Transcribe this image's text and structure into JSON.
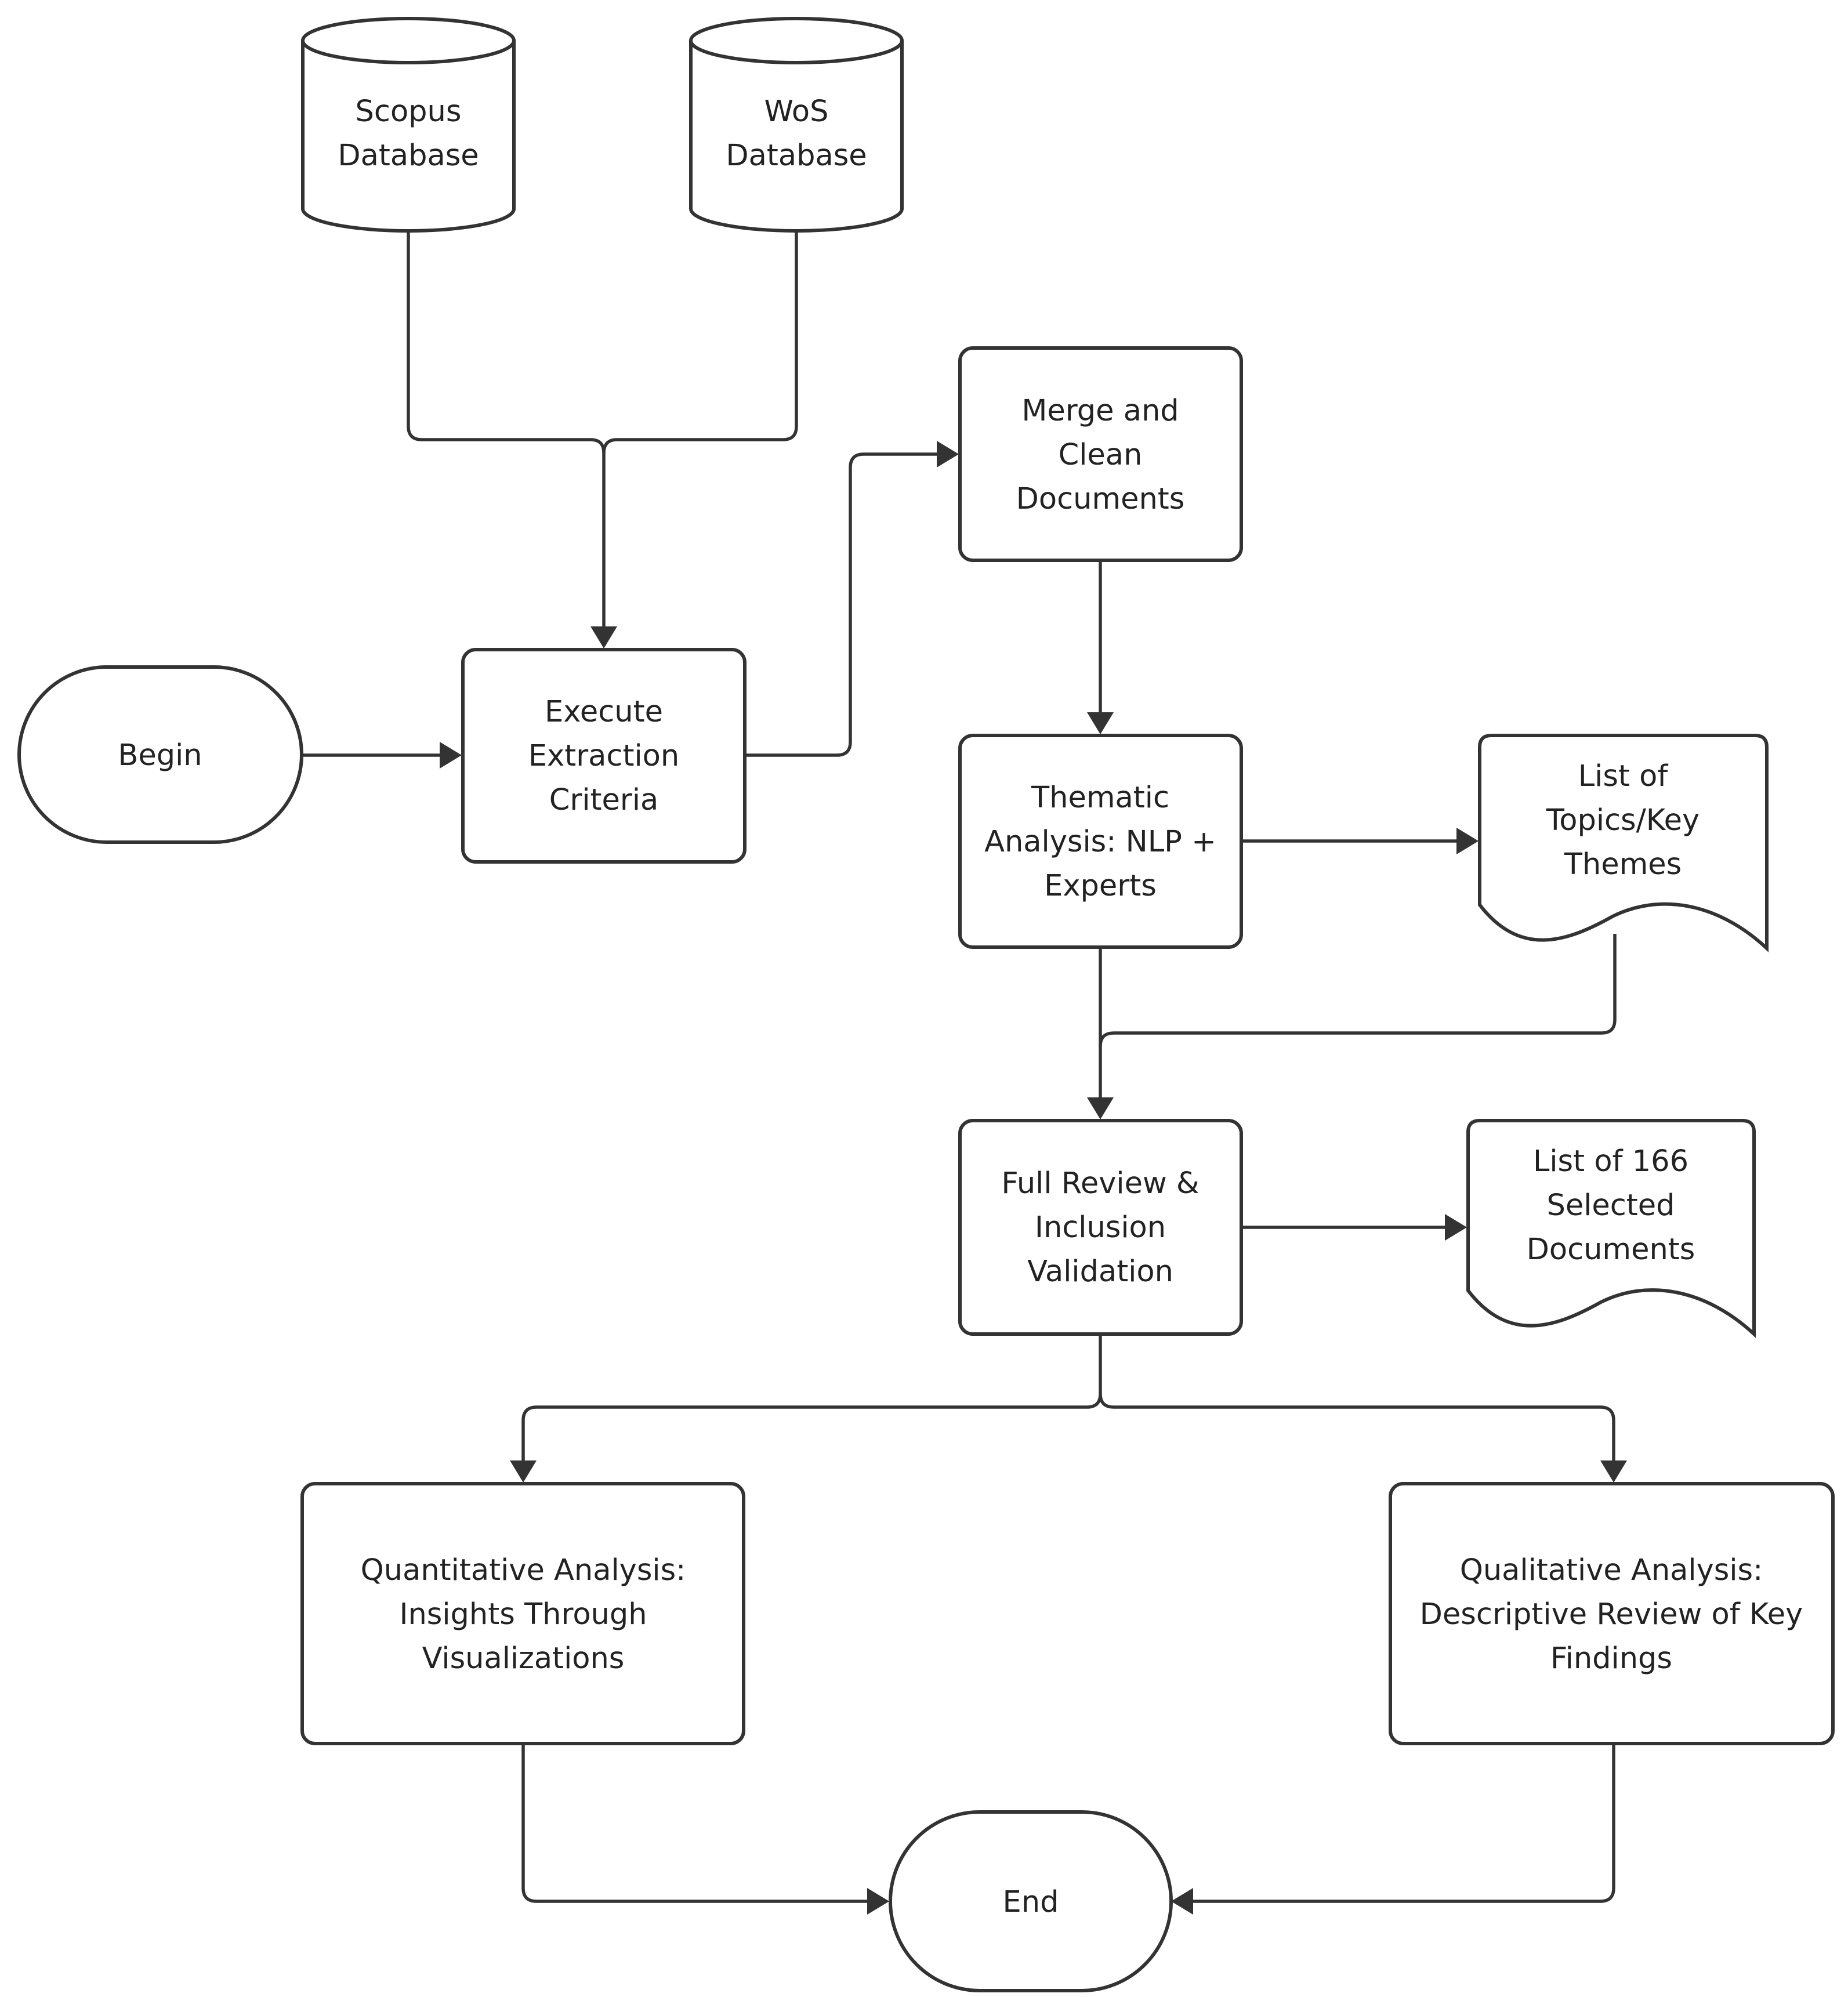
{
  "nodes": {
    "scopus": {
      "lines": [
        "Scopus",
        "Database"
      ]
    },
    "wos": {
      "lines": [
        "WoS",
        "Database"
      ]
    },
    "merge": {
      "lines": [
        "Merge and",
        "Clean",
        "Documents"
      ]
    },
    "begin": {
      "lines": [
        "Begin"
      ]
    },
    "extract": {
      "lines": [
        "Execute",
        "Extraction",
        "Criteria"
      ]
    },
    "thematic": {
      "lines": [
        "Thematic",
        "Analysis: NLP +",
        "Experts"
      ]
    },
    "topics": {
      "lines": [
        "List of",
        "Topics/Key",
        "Themes"
      ]
    },
    "review": {
      "lines": [
        "Full Review &",
        "Inclusion",
        "Validation"
      ]
    },
    "selected": {
      "lines": [
        "List of 166",
        "Selected",
        "Documents"
      ]
    },
    "quant": {
      "lines": [
        "Quantitative Analysis:",
        "Insights Through",
        "Visualizations"
      ]
    },
    "qual": {
      "lines": [
        "Qualitative Analysis:",
        "Descriptive Review of Key",
        "Findings"
      ]
    },
    "end": {
      "lines": [
        "End"
      ]
    }
  },
  "colors": {
    "stroke": "#333333",
    "fill": "#ffffff",
    "text": "#222222"
  }
}
